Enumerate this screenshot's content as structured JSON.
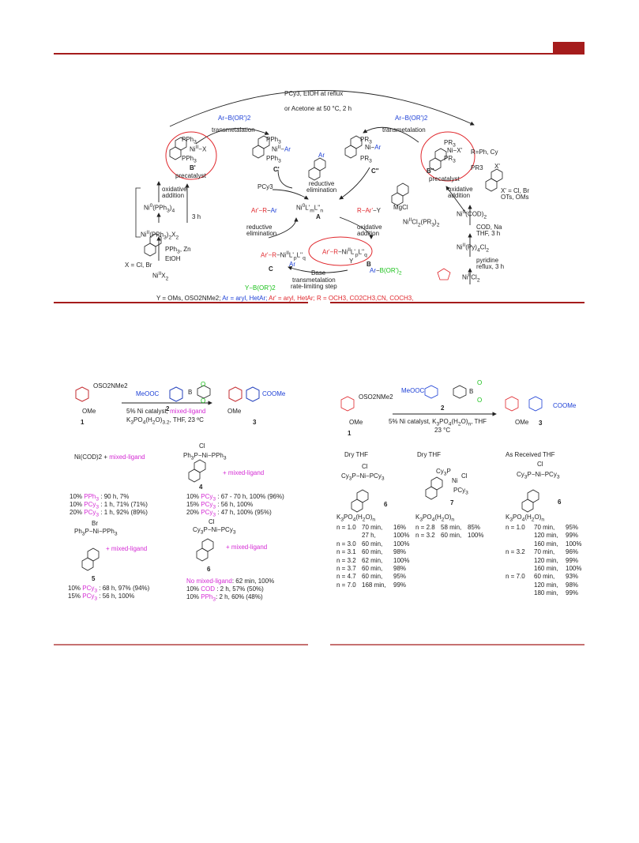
{
  "header": {
    "accent_color": "#a51c1c"
  },
  "cycle": {
    "top_cond1": "PCy3, EtOH at reflux",
    "top_cond2": "or Acetone at 50 °C, 2 h",
    "boron_left": "Ar−B(OR')2",
    "boron_right": "Ar−B(OR')2",
    "transmet_left": "transmetalation",
    "transmet_right": "transmetalation",
    "Bp_label": "B'",
    "Bp_caption": "precatalyst",
    "Bpp_label": "B''",
    "Bpp_caption": "precatalyst",
    "Cp_label": "C'",
    "Cpp_label": "C''",
    "A_label": "A",
    "B_label": "B",
    "C_label": "C",
    "center_complex": "Ni0L'mL''n",
    "reductive_elim": "reductive\nelimination",
    "pcy3": "PCy3",
    "ox_add_left": "oxidative\naddition",
    "ox_add_right": "oxidative\naddition",
    "ni_pph3_4": "Ni0(PPh3)4",
    "ni_pph3_2x2": "NiII(PPh3)2X2",
    "three_h": "3 h",
    "x_note": "X = Cl, Br",
    "nii_x2": "NiIIX2",
    "pph3_zn": "PPh3, Zn\nEtOH",
    "mgcl": "MgCl",
    "ni_cl2_pr3": "NiIICl2(PR3)2",
    "r_note": "R=Ph, Cy",
    "pr3": "PR3",
    "xp_note": "X' = Cl, Br\nOTs, OMs",
    "ni_cod2": "Ni0(COD)2",
    "cod_na": "COD, Na\nTHF, 3 h",
    "ni_py4cl2": "NiII(Py)4Cl2",
    "pyridine": "pyridine\nreflux, 3 h",
    "ni_cl2": "NiIICl2",
    "arR_ar": "Ar'−R−Ar",
    "R_Ar_Y": "R−Ar'−Y",
    "base": "Base",
    "rate_limiting": "transmetalation\nrate-limiting step",
    "y_boron": "Y−B(OR')2",
    "ar_boron_bottom": "Ar−B(OR')2",
    "footer_prefix": "Y = OMs, OSO2NMe2;",
    "footer_ar": "Ar = aryl, HetAr;",
    "footer_arp": "Ar' = aryl, HetAr; R = OCH3, CO2CH3,CN, COCH3,"
  },
  "left_panel": {
    "substrate": "OSO2NMe2",
    "ome": "OMe",
    "reagent_label": "2",
    "ester": "MeOOC",
    "product_ester": "COOMe",
    "product_label": "3",
    "substrate_label": "1",
    "cond1": "5% Ni catalyst,",
    "cond1_mag": "mixed-ligand",
    "cond2": "K3PO4(H2O)3.2, THF, 23 °C",
    "nicod_prefix": "Ni(COD)2 +",
    "nicod_mag": "mixed-ligand",
    "cmpd4_label": "4",
    "cmpd4_mix": "+ mixed-ligand",
    "cmpd5_label": "5",
    "cmpd5_mix": "+ mixed-ligand",
    "cmpd6_label": "6",
    "cmpd6_mix": "+ mixed-ligand",
    "nicod_rows": [
      {
        "pct": "10%",
        "lig": "PPh3",
        "rest": ": 90 h, 7%"
      },
      {
        "pct": "10%",
        "lig": "PCy3",
        "rest": ": 1 h,   71% (71%)"
      },
      {
        "pct": "20%",
        "lig": "PCy3",
        "rest": ": 1 h,   92% (89%)"
      }
    ],
    "c4_rows": [
      {
        "pct": "10%",
        "lig": "PCy3",
        "rest": ": 67 - 70 h, 100% (96%)"
      },
      {
        "pct": "15%",
        "lig": "PCy3",
        "rest": ": 56 h,        100%"
      },
      {
        "pct": "20%",
        "lig": "PCy3",
        "rest": ": 47 h,        100% (95%)"
      }
    ],
    "c5_rows": [
      {
        "pct": "10%",
        "lig": "PCy3",
        "rest": ": 68 h,   97% (94%)"
      },
      {
        "pct": "15%",
        "lig": "PCy3",
        "rest": ": 56 h,   100%"
      }
    ],
    "c6_rows": [
      {
        "pct": "No mixed-ligand",
        "lig": "",
        "rest": ": 62 min, 100%"
      },
      {
        "pct": "10%",
        "lig": "COD",
        "rest": " :        2 h,      57% (50%)"
      },
      {
        "pct": "10%",
        "lig": "PPh3",
        "rest": ":        2 h,      60% (48%)"
      }
    ],
    "ni_br": "Br",
    "ni_cl": "Cl"
  },
  "right_panel": {
    "substrate": "OSO2NMe2",
    "ome": "OMe",
    "ester": "MeOOC",
    "product_ester": "COOMe",
    "reagent_label": "2",
    "substrate_label": "1",
    "product_label": "3",
    "cond1": "5% Ni catalyst, K3PO4(H2O)n, THF",
    "cond2": "23 °C",
    "col_titles": [
      "Dry THF",
      "Dry THF",
      "As Received THF"
    ],
    "cmpd_labels": [
      "6",
      "7",
      "6"
    ],
    "k3po4": "K3PO4(H2O)n",
    "col1": [
      {
        "n": "n = 1.0",
        "t": "70 min,",
        "y": "16%"
      },
      {
        "n": "",
        "t": "27 h,",
        "y": "100%"
      },
      {
        "n": "n = 3.0",
        "t": "60 min,",
        "y": "100%"
      },
      {
        "n": "n = 3.1",
        "t": "60 min,",
        "y": "98%"
      },
      {
        "n": "n = 3.2",
        "t": "62 min,",
        "y": "100%"
      },
      {
        "n": "n = 3.7",
        "t": "60 min,",
        "y": "98%"
      },
      {
        "n": "n = 4.7",
        "t": "60 min,",
        "y": "95%"
      },
      {
        "n": "n = 7.0",
        "t": "168 min,",
        "y": "99%"
      }
    ],
    "col2": [
      {
        "n": "n = 2.8",
        "t": "58 min,",
        "y": "85%"
      },
      {
        "n": "n = 3.2",
        "t": "60 min,",
        "y": "100%"
      }
    ],
    "col3": [
      {
        "n": "n = 1.0",
        "t": "70 min,",
        "y": "95%"
      },
      {
        "n": "",
        "t": "120 min,",
        "y": "99%"
      },
      {
        "n": "",
        "t": "160 min,",
        "y": "100%"
      },
      {
        "n": "n = 3.2",
        "t": "70 min,",
        "y": "96%"
      },
      {
        "n": "",
        "t": "120 min,",
        "y": "99%"
      },
      {
        "n": "",
        "t": "160 min,",
        "y": "100%"
      },
      {
        "n": "n = 7.0",
        "t": "60 min,",
        "y": "93%"
      },
      {
        "n": "",
        "t": "120 min,",
        "y": "98%"
      },
      {
        "n": "",
        "t": "180 min,",
        "y": "99%"
      }
    ]
  }
}
